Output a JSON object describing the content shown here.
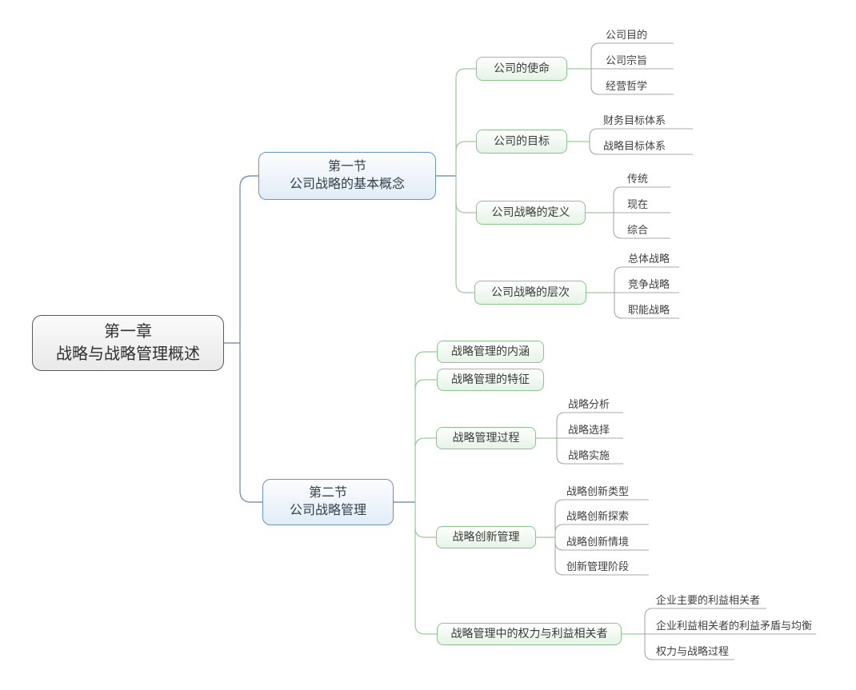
{
  "map": {
    "root": {
      "label": "第一章\n战略与战略管理概述"
    },
    "sections": [
      {
        "label": "第一节\n公司战略的基本概念",
        "topics": [
          {
            "label": "公司的使命",
            "leaves": [
              "公司目的",
              "公司宗旨",
              "经营哲学"
            ]
          },
          {
            "label": "公司的目标",
            "leaves": [
              "财务目标体系",
              "战略目标体系"
            ]
          },
          {
            "label": "公司战略的定义",
            "leaves": [
              "传统",
              "现在",
              "综合"
            ]
          },
          {
            "label": "公司战略的层次",
            "leaves": [
              "总体战略",
              "竞争战略",
              "职能战略"
            ]
          }
        ]
      },
      {
        "label": "第二节\n公司战略管理",
        "topics": [
          {
            "label": "战略管理的内涵",
            "leaves": []
          },
          {
            "label": "战略管理的特征",
            "leaves": []
          },
          {
            "label": "战略管理过程",
            "leaves": [
              "战略分析",
              "战略选择",
              "战略实施"
            ]
          },
          {
            "label": "战略创新管理",
            "leaves": [
              "战略创新类型",
              "战略创新探索",
              "战略创新情境",
              "创新管理阶段"
            ]
          },
          {
            "label": "战略管理中的权力与利益相关者",
            "leaves": [
              "企业主要的利益相关者",
              "企业利益相关者的利益矛盾与均衡",
              "权力与战略过程"
            ]
          }
        ]
      }
    ],
    "colors": {
      "background": "#ffffff",
      "root_border": "#5a5a5a",
      "branch_border": "#6b94be",
      "topic_border": "#8ec28e",
      "blue_line": "#7d97b2",
      "green_line": "#9cc99c",
      "gray_line": "#a8a8a8"
    }
  }
}
